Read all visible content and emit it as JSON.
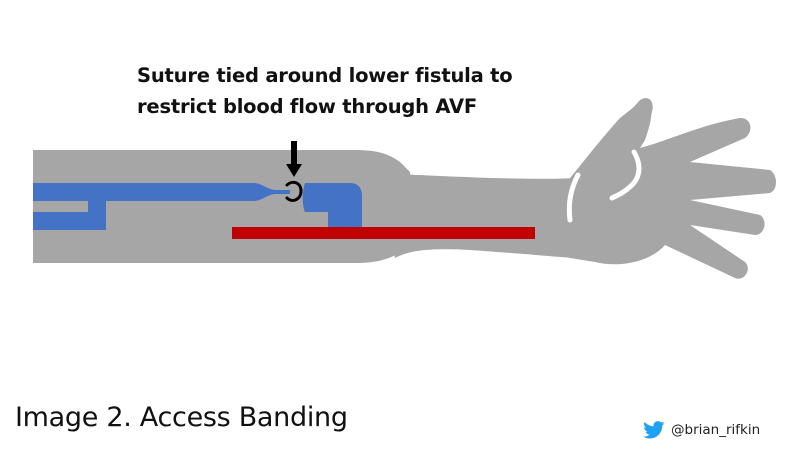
{
  "annotation": {
    "lines": [
      "Suture tied around lower fistula to",
      "restrict blood flow through AVF"
    ]
  },
  "diagram": {
    "labels": {
      "arm": "arm",
      "vein": "fistula vein",
      "artery": "artery",
      "suture": "suture",
      "arrow": "pointer arrow"
    },
    "colors": {
      "arm": "#a6a6a6",
      "vein": "#4472c4",
      "artery": "#c00000",
      "suture": "#000000",
      "background": "#ffffff"
    }
  },
  "caption": "Image 2. Access Banding",
  "credit": {
    "icon": "twitter-bird-icon",
    "handle": "@brian_rifkin",
    "icon_color": "#1da1f2"
  }
}
